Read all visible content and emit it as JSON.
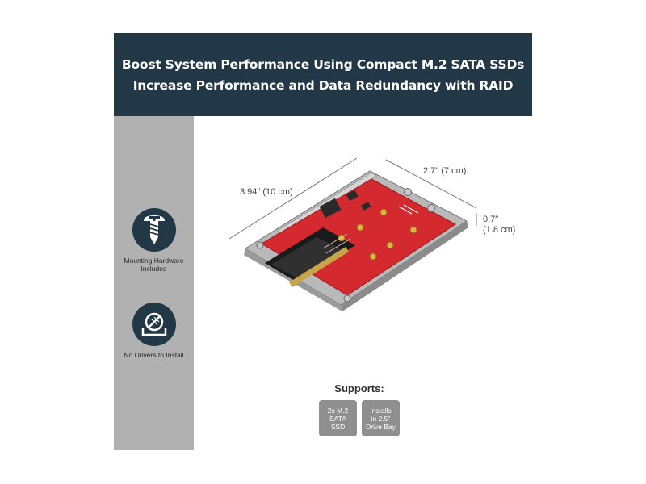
{
  "banner": {
    "line1": "Boost System Performance Using Compact M.2 SATA SSDs",
    "line2": "Increase Performance and Data Redundancy with RAID"
  },
  "features": [
    {
      "icon": "screw-icon",
      "label": "Mounting Hardware\nIncluded"
    },
    {
      "icon": "no-driver-icon",
      "label": "No Drivers to Install"
    }
  ],
  "dimensions": {
    "length": "3.94\" (10 cm)",
    "width": "2.7\" (7 cm)",
    "height": "0.7\"\n(1.8 cm)"
  },
  "supports": {
    "title": "Supports:",
    "badges": [
      "2x M.2\nSATA\nSSD",
      "Installs\nin 2.5\"\nDrive Bay"
    ]
  },
  "colors": {
    "banner": "#233847",
    "sidebar": "#b1b1b1",
    "badge": "#8f8f8f",
    "pcb": "#d42a2f"
  }
}
